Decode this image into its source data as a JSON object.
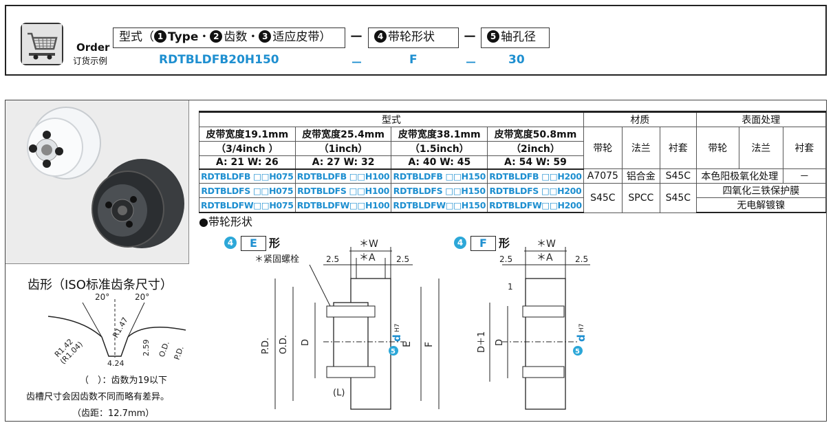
{
  "order": {
    "label_en": "Order",
    "label_cn": "订货示例",
    "box1_prefix": "型式（",
    "box1_n1": "1",
    "box1_type": "Type",
    "box1_sep1": "・",
    "box1_n2": "2",
    "box1_teeth": "齿数",
    "box1_sep2": "・",
    "box1_n3": "3",
    "box1_belt": "适应皮带）",
    "box2_n": "4",
    "box2_label": "带轮形状",
    "box3_n": "5",
    "box3_label": "轴孔径",
    "dash": "－",
    "example_part": "RDTBLDFB20H150",
    "example_dash": "－",
    "example_shape": "F",
    "example_bore": "30"
  },
  "table": {
    "group_type": "型式",
    "group_material": "材质",
    "group_surface": "表面处理",
    "widths": [
      {
        "line1": "皮带宽度19.1mm",
        "line2": "（3/4inch ）",
        "aw": "A: 21  W: 26"
      },
      {
        "line1": "皮带宽度25.4mm",
        "line2": "（1inch）",
        "aw": "A: 27  W: 32"
      },
      {
        "line1": "皮带宽度38.1mm",
        "line2": "（1.5inch）",
        "aw": "A: 40  W: 45"
      },
      {
        "line1": "皮带宽度50.8mm",
        "line2": "（2inch）",
        "aw": "A: 54  W: 59"
      }
    ],
    "material_cols": [
      "带轮",
      "法兰",
      "衬套"
    ],
    "surface_cols": [
      "带轮",
      "法兰",
      "衬套"
    ],
    "rows": [
      {
        "types": [
          "RDTBLDFB □□H075",
          "RDTBLDFB □□H100",
          "RDTBLDFB □□H150",
          "RDTBLDFB □□H200"
        ]
      },
      {
        "types": [
          "RDTBLDFS □□H075",
          "RDTBLDFS □□H100",
          "RDTBLDFS □□H150",
          "RDTBLDFS □□H200"
        ]
      },
      {
        "types": [
          "RDTBLDFW□□H075",
          "RDTBLDFW□□H100",
          "RDTBLDFW□□H150",
          "RDTBLDFW□□H200"
        ]
      }
    ],
    "mat_row1": [
      "A7075",
      "铝合金",
      "S45C"
    ],
    "mat_row23": [
      "S45C",
      "SPCC",
      "S45C"
    ],
    "surf_row1": [
      "本色阳极氧化处理",
      "－"
    ],
    "surf_row2": "四氧化三铁保护膜",
    "surf_row3": "无电解镀镍"
  },
  "shape": {
    "title": "●带轮形状",
    "e_num": "4",
    "e_label": "E",
    "e_suffix": "形",
    "f_num": "4",
    "f_label": "F",
    "f_suffix": "形",
    "w": "＊W",
    "a": "＊A",
    "dim_25": "2.5",
    "bolt": "＊紧固螺栓",
    "pd": "P.D.",
    "od": "O.D.",
    "d": "D",
    "e": "E",
    "f": "F",
    "l": "(L)",
    "d_bore": "d",
    "h7": "H7",
    "bore_num": "5",
    "one": "1",
    "dplus": "D＋1"
  },
  "tooth": {
    "title": "齿形（ISO标准齿条尺寸）",
    "angle1": "20°",
    "angle2": "20°",
    "r147": "R1.47",
    "r142": "R1.42",
    "r104": "(R1.04)",
    "w424": "4.24",
    "h259": "2.59",
    "od": "O.D.",
    "pd": "P.D.",
    "note1": "（　）：齿数为19以下",
    "note2": "齿槽尺寸会因齿数不同而略有差异。",
    "note3": "（齿距：12.7mm）"
  }
}
